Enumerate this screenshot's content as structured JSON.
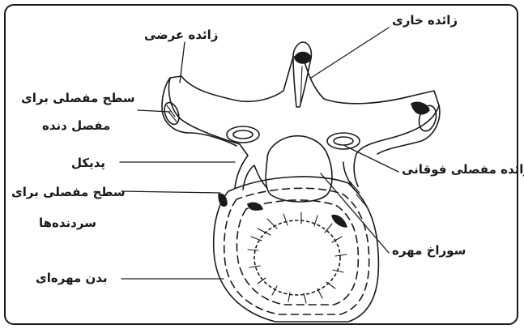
{
  "labels": {
    "spinous_process": "زائده خاری",
    "transverse_process": "زائده عرضی",
    "rib_facet_line1": "سطح مفصلی برای",
    "rib_facet_line2": "مفصل دنده",
    "pedicle": "پدیکل",
    "head_facet_line1": "سطح مفصلی برای",
    "head_facet_line2": "سردنده‌ها",
    "vertebral_body": "بدن مهره‌ای",
    "superior_articular_process": "زائده مفصلی فوقانی",
    "vertebral_foramen": "سوراخ مهره"
  },
  "colors": {
    "ink": "#1a1a1a",
    "background": "#ffffff"
  }
}
